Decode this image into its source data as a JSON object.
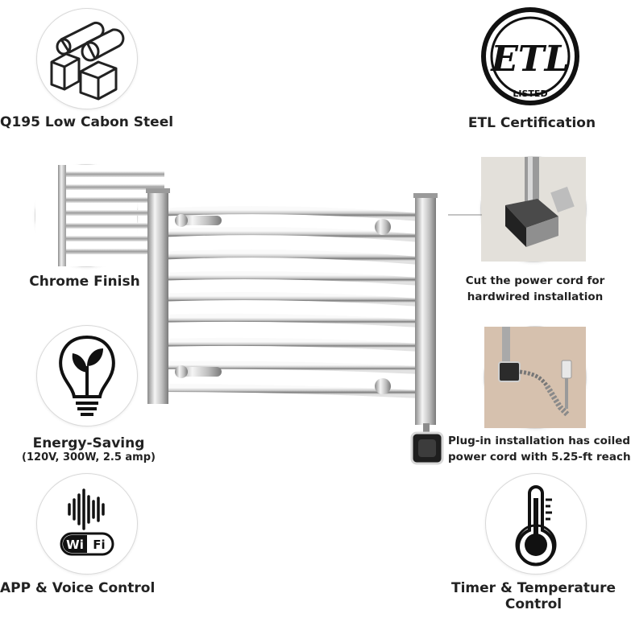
{
  "features": {
    "steel": {
      "label": "Q195 Low Cabon Steel",
      "icon": "steel-bars-icon"
    },
    "etl": {
      "label": "ETL Certification",
      "logo_text": "ETL",
      "logo_subtext": "LISTED",
      "icon": "etl-listed-logo"
    },
    "chrome": {
      "label": "Chrome Finish",
      "icon": "chrome-bars-closeup"
    },
    "hardwire": {
      "line1": "Cut the power cord for",
      "line2": "hardwired installation",
      "icon": "hardwire-connector-photo"
    },
    "energy": {
      "label": "Energy-Saving",
      "sublabel": "(120V, 300W, 2.5 amp)",
      "icon": "leaf-bulb-icon"
    },
    "plugin": {
      "line1": "Plug-in installation has coiled",
      "line2": "power cord with 5.25-ft reach",
      "icon": "coiled-cord-photo"
    },
    "app": {
      "label": "APP & Voice Control",
      "wifi_text": "Wi Fi",
      "icon": "voice-wifi-icon"
    },
    "timer": {
      "line1": "Timer & Temperature",
      "line2": "Control",
      "icon": "thermometer-icon"
    }
  },
  "colors": {
    "chrome_light": "#f4f4f4",
    "chrome_mid": "#b9b9b9",
    "chrome_dark": "#6f6f6f",
    "text": "#222222"
  }
}
